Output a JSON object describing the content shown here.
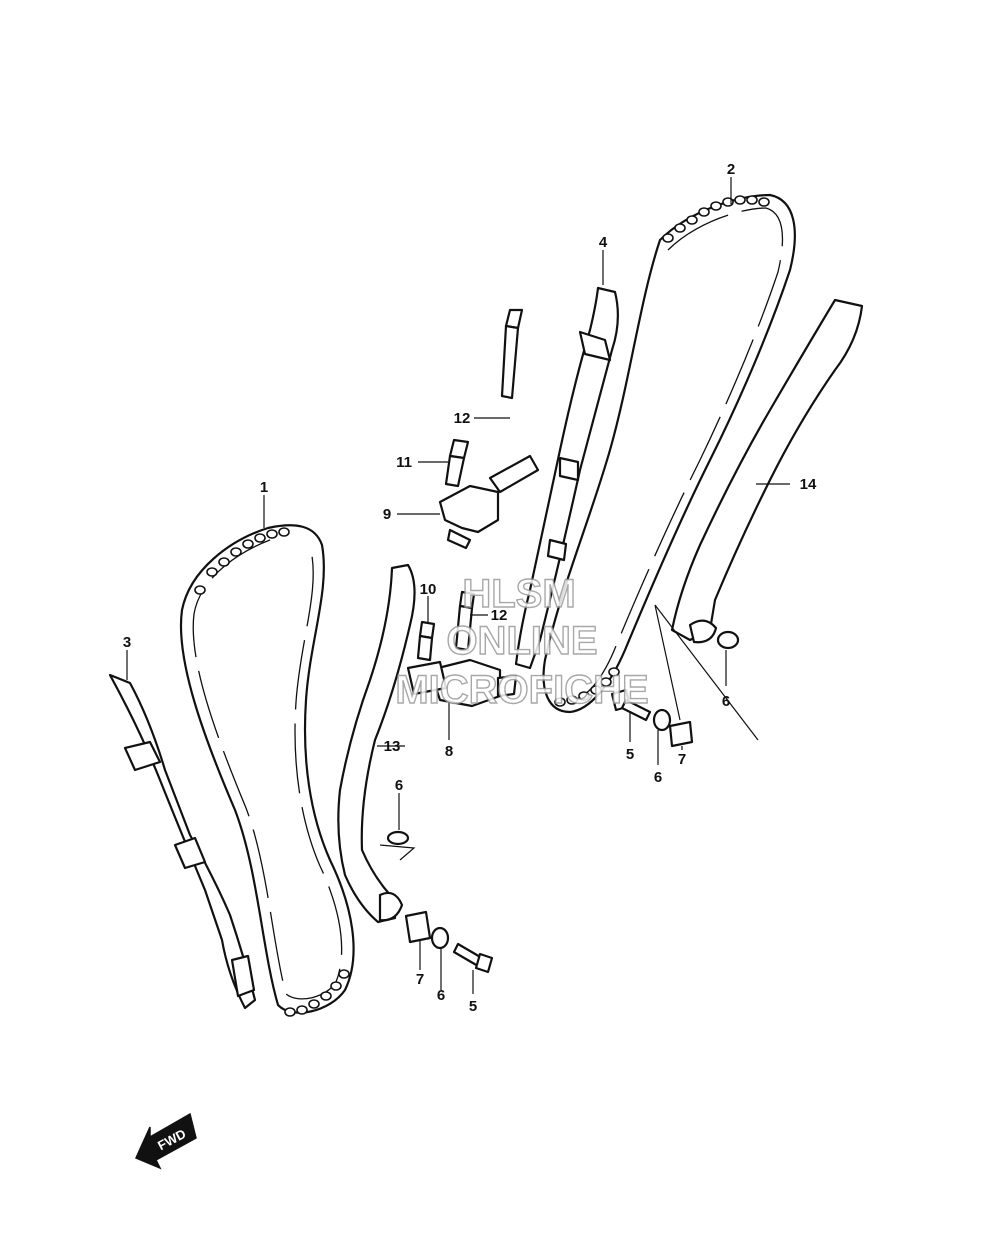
{
  "callouts": [
    {
      "id": "1",
      "label": "1"
    },
    {
      "id": "2",
      "label": "2"
    },
    {
      "id": "3",
      "label": "3"
    },
    {
      "id": "4",
      "label": "4"
    },
    {
      "id": "5a",
      "label": "5"
    },
    {
      "id": "5b",
      "label": "5"
    },
    {
      "id": "6a",
      "label": "6"
    },
    {
      "id": "6b",
      "label": "6"
    },
    {
      "id": "6c",
      "label": "6"
    },
    {
      "id": "6d",
      "label": "6"
    },
    {
      "id": "7a",
      "label": "7"
    },
    {
      "id": "7b",
      "label": "7"
    },
    {
      "id": "8",
      "label": "8"
    },
    {
      "id": "9",
      "label": "9"
    },
    {
      "id": "10",
      "label": "10"
    },
    {
      "id": "11",
      "label": "11"
    },
    {
      "id": "12a",
      "label": "12"
    },
    {
      "id": "12b",
      "label": "12"
    },
    {
      "id": "13",
      "label": "13"
    },
    {
      "id": "14",
      "label": "14"
    }
  ],
  "watermark": {
    "line1": "HLSM",
    "line2": "ONLINE",
    "line3": "MICROFICHE"
  },
  "fwd_arrow": {
    "label": "FWD"
  },
  "colors": {
    "line": "#111111",
    "background": "#ffffff",
    "watermark_outline": "#9a9a9a"
  }
}
